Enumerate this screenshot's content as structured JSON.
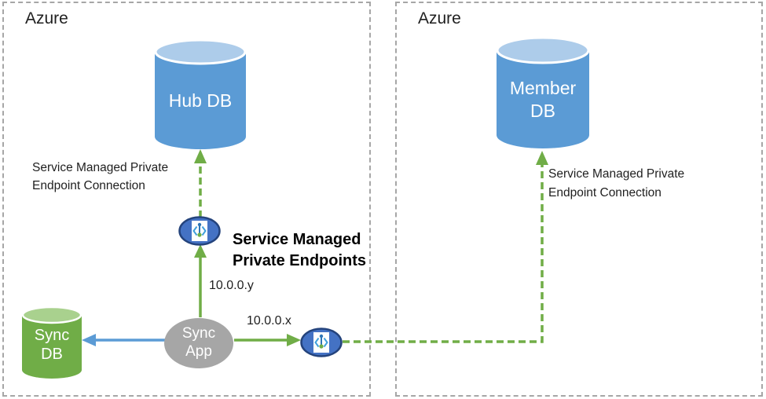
{
  "left_box": {
    "title": "Azure",
    "hub_db_label": "Hub DB",
    "sync_db_label": "Sync\nDB",
    "sync_app_label": "Sync\nApp",
    "connection_label": "Service Managed Private\nEndpoint Connection",
    "endpoints_label": "Service Managed\nPrivate Endpoints",
    "ip_to_hub_endpoint": "10.0.0.y",
    "ip_to_member_endpoint": "10.0.0.x"
  },
  "right_box": {
    "title": "Azure",
    "member_db_label": "Member\nDB",
    "connection_label": "Service Managed Private\nEndpoint Connection"
  },
  "colors": {
    "arrow_green": "#70AD47",
    "arrow_blue": "#5B9BD5",
    "db_blue_body": "#5B9BD5",
    "db_blue_top": "#ADCCEA",
    "db_green_body": "#70AD47",
    "db_green_top": "#A9D18E",
    "app_gray": "#A6A6A6",
    "endpoint_fill": "#4472C4",
    "endpoint_border": "#24437C",
    "boundary_gray": "#A6A6A6"
  }
}
